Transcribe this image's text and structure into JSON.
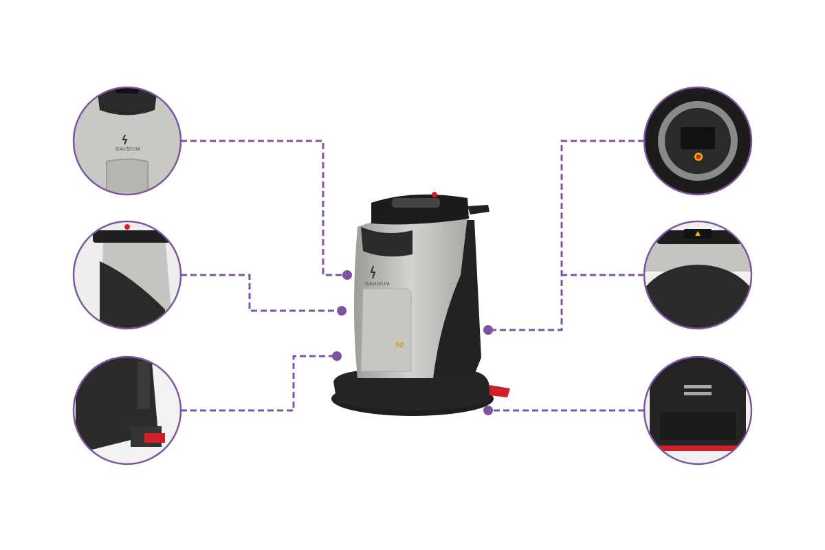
{
  "product": {
    "brand": "GAUSIUM",
    "model_number": "50"
  },
  "colors": {
    "accent": "#7b55a0",
    "body": "#b9b9b4",
    "dark": "#2a2a2a",
    "trim": "#d0202a"
  },
  "callouts": [
    {
      "id": "top-front-view"
    },
    {
      "id": "side-handle-view"
    },
    {
      "id": "lower-side-view"
    },
    {
      "id": "top-control-view"
    },
    {
      "id": "rear-handle-view"
    },
    {
      "id": "rear-bottom-view"
    }
  ]
}
